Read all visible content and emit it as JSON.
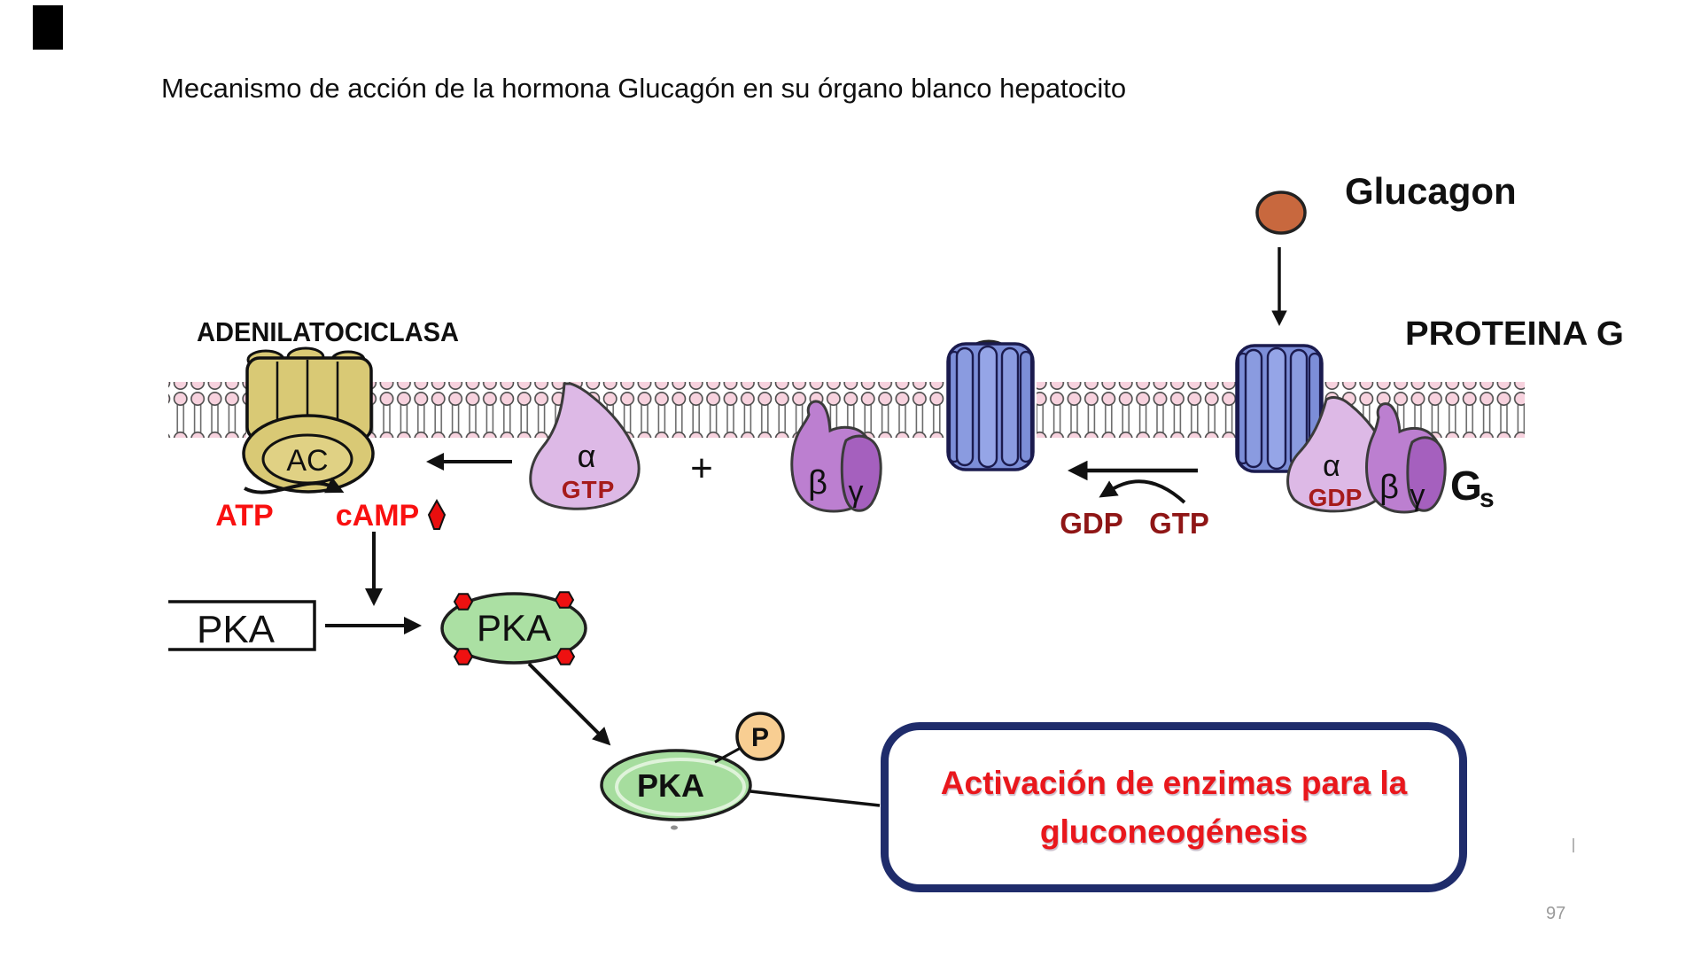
{
  "page": {
    "title": "Mecanismo de acción de la hormona Glucagón en su órgano blanco hepatocito",
    "page_number": "97"
  },
  "colors": {
    "membrane_head": "#F7D2DE",
    "adenylate_cyclase": "#D9C975",
    "receptor_blue": "#7C8ED8",
    "glucagon_orange": "#C8683E",
    "alpha_subunit": "#DDB9E6",
    "beta_subunit": "#BC7FD0",
    "gamma_subunit": "#A560BE",
    "pka_green": "#ABE0A3",
    "phosphate_tan": "#F8CE92",
    "camp_red": "#F91010",
    "nucleotide_maroon": "#8F1616",
    "callout_border_navy": "#1F2C6B",
    "callout_text_red": "#E9171C"
  },
  "diagram": {
    "labels": {
      "adenilatociclasa": "ADENILATOCICLASA",
      "ac": "AC",
      "glucagon": "Glucagon",
      "proteina_g": "PROTEINA G",
      "gs_main": "G",
      "gs_sub": "s",
      "alpha_left": "α",
      "gtp_left": "GTP",
      "plus": "+",
      "beta_left": "β",
      "gamma_left": "γ",
      "alpha_right": "α",
      "gdp_right": "GDP",
      "beta_right": "β",
      "gamma_right": "γ",
      "atp": "ATP",
      "camp": "cAMP",
      "gdp_exchange": "GDP",
      "gtp_exchange": "GTP",
      "pka_inactive": "PKA",
      "pka_bound": "PKA",
      "pka_active": "PKA",
      "phosphate": "P"
    },
    "callout": {
      "line1": "Activación de enzimas para la",
      "line2": "gluconeogénesis"
    }
  }
}
